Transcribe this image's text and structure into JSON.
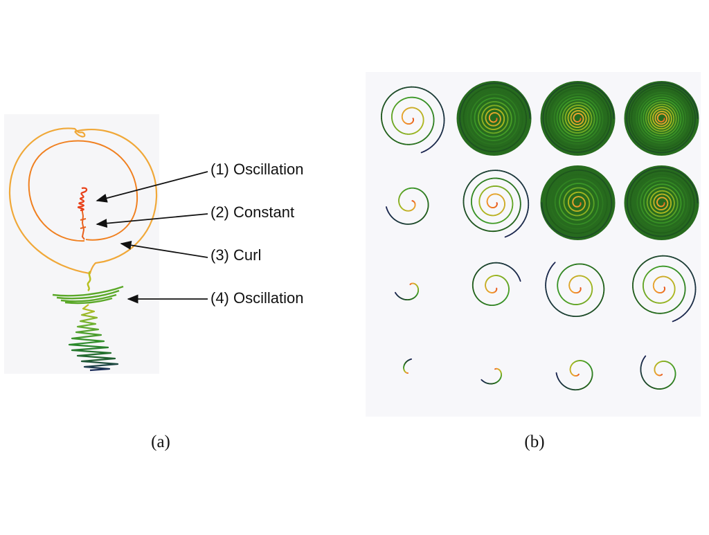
{
  "panel_a": {
    "annotations": [
      {
        "label": "(1) Oscillation"
      },
      {
        "label": "(2) Constant"
      },
      {
        "label": "(3) Curl"
      },
      {
        "label": "(4) Oscillation"
      }
    ],
    "caption": "(a)"
  },
  "panel_b": {
    "grid": {
      "rows": 4,
      "cols": 4
    },
    "caption": "(b)"
  },
  "colors": {
    "orange": "#f0a030",
    "red_orange": "#e8501c",
    "yellow_green": "#a8b820",
    "green": "#3c9a28",
    "dark_green": "#1f5a1a",
    "navy": "#1a2450",
    "panel_bg": "#f7f7fa"
  }
}
